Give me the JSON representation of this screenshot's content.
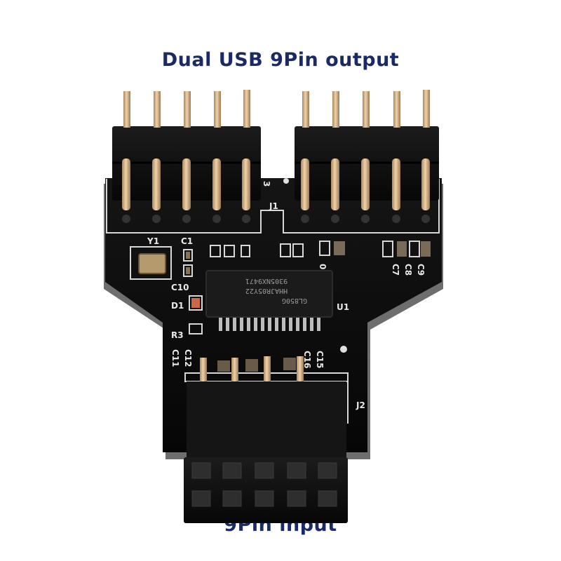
{
  "captions": {
    "top": "Dual USB 9Pin output",
    "bottom": "9Pin input"
  },
  "colors": {
    "caption": "#1a2a66",
    "pcb": "#0d0d0d",
    "pcb_edge": "#6e6e6e",
    "silkscreen": "#e8e8e8",
    "pin_gold": "#d9b48a",
    "header_plastic": "#111111"
  },
  "silkscreen_labels": {
    "j1": "J1",
    "j2": "J2",
    "u1": "U1",
    "y1": "Y1",
    "c1": "C1",
    "c10": "C10",
    "d1": "D1",
    "r3": "R3",
    "c7": "C7",
    "c8": "C8",
    "c9": "C9",
    "c11": "C11",
    "c12": "C12",
    "c15": "C15",
    "c16": "C16",
    "zero": "0",
    "three": "3"
  },
  "chip_markings": {
    "line1": "GL850G",
    "line2": "HHAJR05Y22",
    "line3": "9305NX9471"
  }
}
